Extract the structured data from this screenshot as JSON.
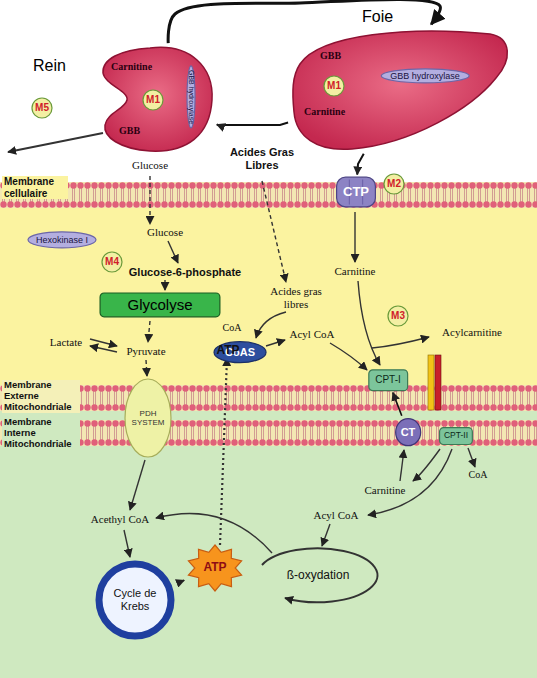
{
  "diagram": {
    "nodes": [
      {
        "text": [
          "Rein",
          "Carnitine",
          "GBB"
        ]
      },
      {
        "text": [
          "GBB hydroxylase"
        ],
        "in": 0
      },
      {
        "text": [
          "M1"
        ],
        "in": 0
      },
      {
        "text": [
          "Foie",
          "GBB",
          "Carnitine"
        ]
      },
      {
        "text": [
          "GBB hydroxylase"
        ],
        "in": 3
      },
      {
        "text": [
          "M1"
        ],
        "in": 3
      },
      {
        "text": [
          "M5"
        ]
      },
      {
        "text": [
          "CTP"
        ]
      },
      {
        "text": [
          "M2"
        ]
      },
      {
        "text": [
          "Hexokinase I"
        ]
      },
      {
        "text": [
          "M4"
        ]
      },
      {
        "text": [
          "Glycolyse"
        ]
      },
      {
        "text": [
          "CoAS"
        ]
      },
      {
        "text": [
          "M3"
        ]
      },
      {
        "text": [
          "CPT-I"
        ]
      },
      {
        "text": [
          "CT"
        ]
      },
      {
        "text": [
          "CPT-II"
        ]
      },
      {
        "text": [
          "PDH SYSTEM"
        ]
      },
      {
        "text": [
          "ATP"
        ]
      },
      {
        "text": [
          "Cycle de Krebs"
        ]
      }
    ],
    "edges": [
      {
        "from": 0,
        "to": 3,
        "arrow": "to"
      },
      {
        "from": 3,
        "to": 0,
        "arrow": "to"
      },
      {
        "from": 3,
        "to": 7,
        "arrow": "to"
      },
      {
        "from": 15,
        "to": 14,
        "arrow": "to"
      },
      {
        "from": 19,
        "to": 18,
        "arrow": "to"
      }
    ],
    "labels": [
      "Membrane cellulaire",
      "Glucose",
      "Acides Gras Libres",
      "Glucose",
      "Glucose-6-phosphate",
      "Lactate",
      "Pyruvate",
      "ATP",
      "Acides gras libres",
      "Carnitine",
      "CoA",
      "Acyl CoA",
      "Acylcarnitine",
      "Membrane Externe Mitochondriale",
      "Membrane Interne Mitochondriale",
      "Carnitine",
      "CoA",
      "Acyl CoA",
      "Acethyl CoA",
      "ß-oxydation"
    ]
  }
}
